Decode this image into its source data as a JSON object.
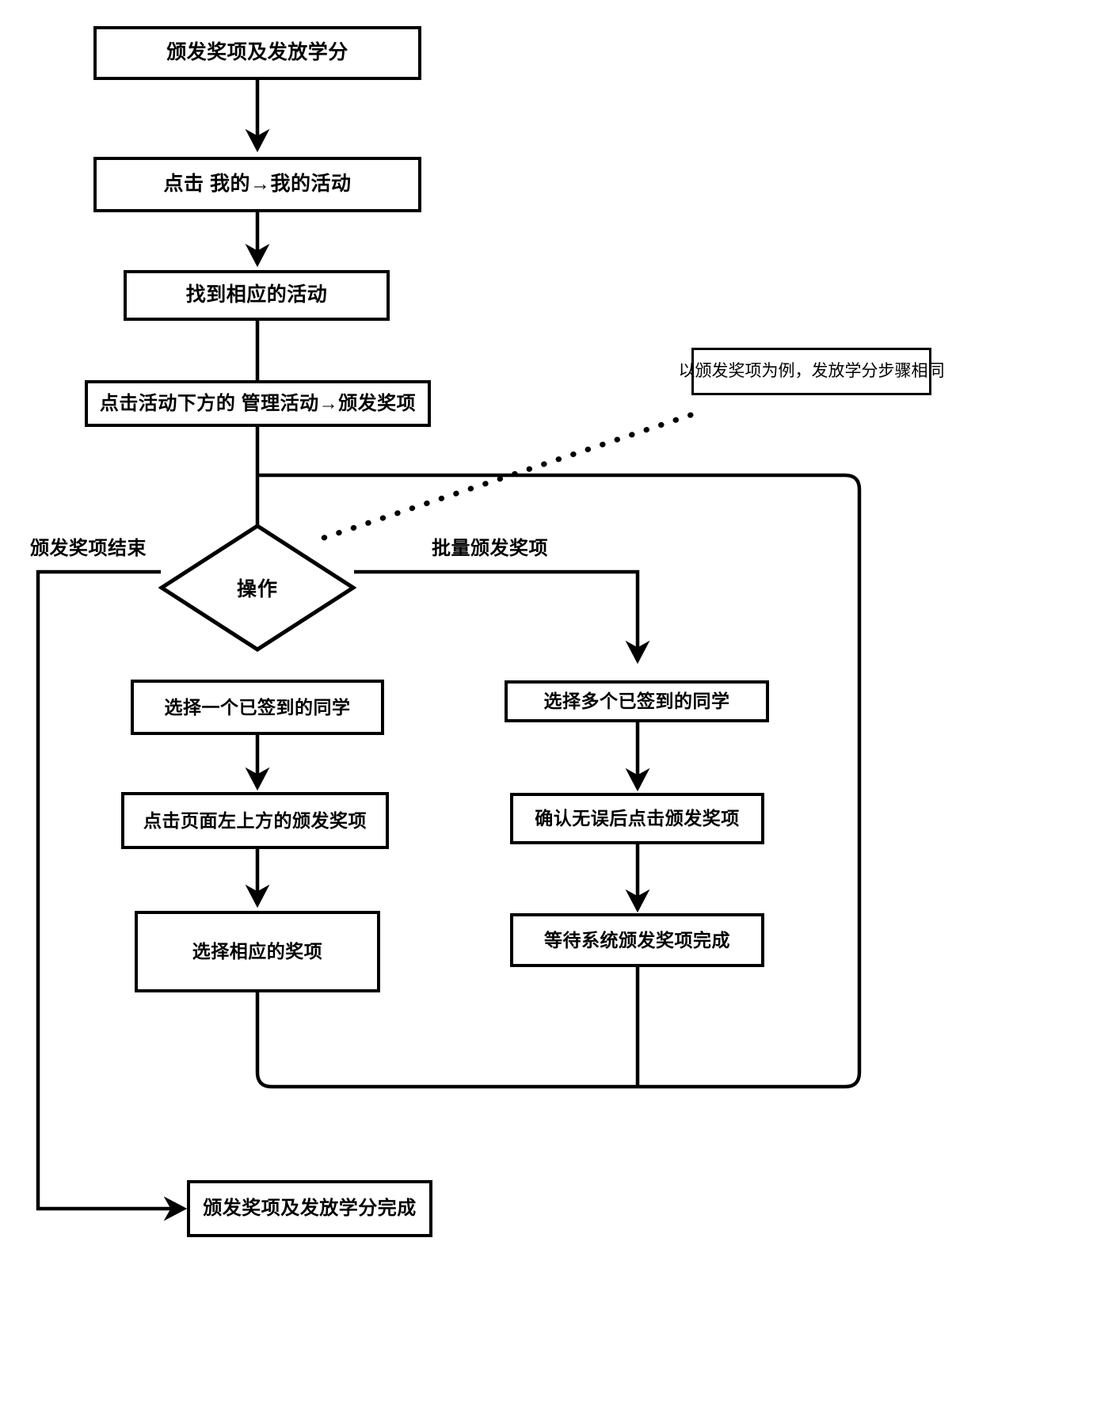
{
  "diagram": {
    "title": "颁发奖项及发放学分流程图",
    "type": "flowchart",
    "stroke_color": "#000000",
    "fill_color": "#ffffff"
  },
  "nodes": {
    "start": "颁发奖项及发放学分",
    "step_my_activity": "点击 我的→我的活动",
    "step_find_activity": "找到相应的活动",
    "step_manage_activity": "点击活动下方的  管理活动→颁发奖项",
    "decision": "操作",
    "note": "以颁发奖项为例，发放学分步骤相同",
    "left_1": "选择一个已签到的同学",
    "left_2": "点击页面左上方的颁发奖项",
    "left_3": "选择相应的奖项",
    "right_1": "选择多个已签到的同学",
    "right_2": "确认无误后点击颁发奖项",
    "right_3": "等待系统颁发奖项完成",
    "end": "颁发奖项及发放学分完成"
  },
  "edge_labels": {
    "branch_end": "颁发奖项结束",
    "branch_batch": "批量颁发奖项"
  }
}
